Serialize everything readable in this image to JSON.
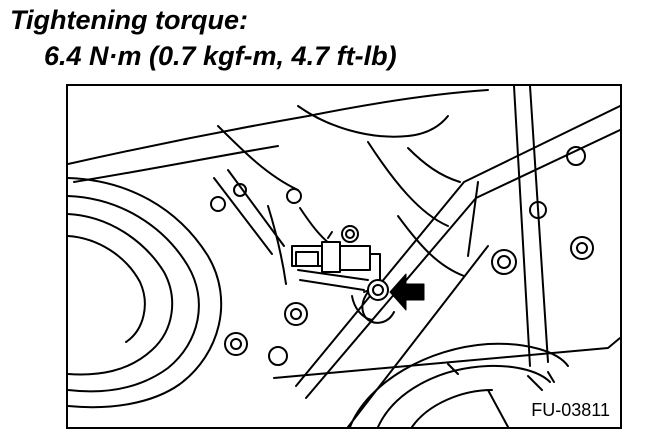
{
  "spec": {
    "label": "Tightening torque:",
    "value": "6.4 N·m (0.7 kgf-m, 4.7 ft-lb)"
  },
  "figure": {
    "id": "FU-03811",
    "pointer_icon": "arrow-left-icon"
  }
}
